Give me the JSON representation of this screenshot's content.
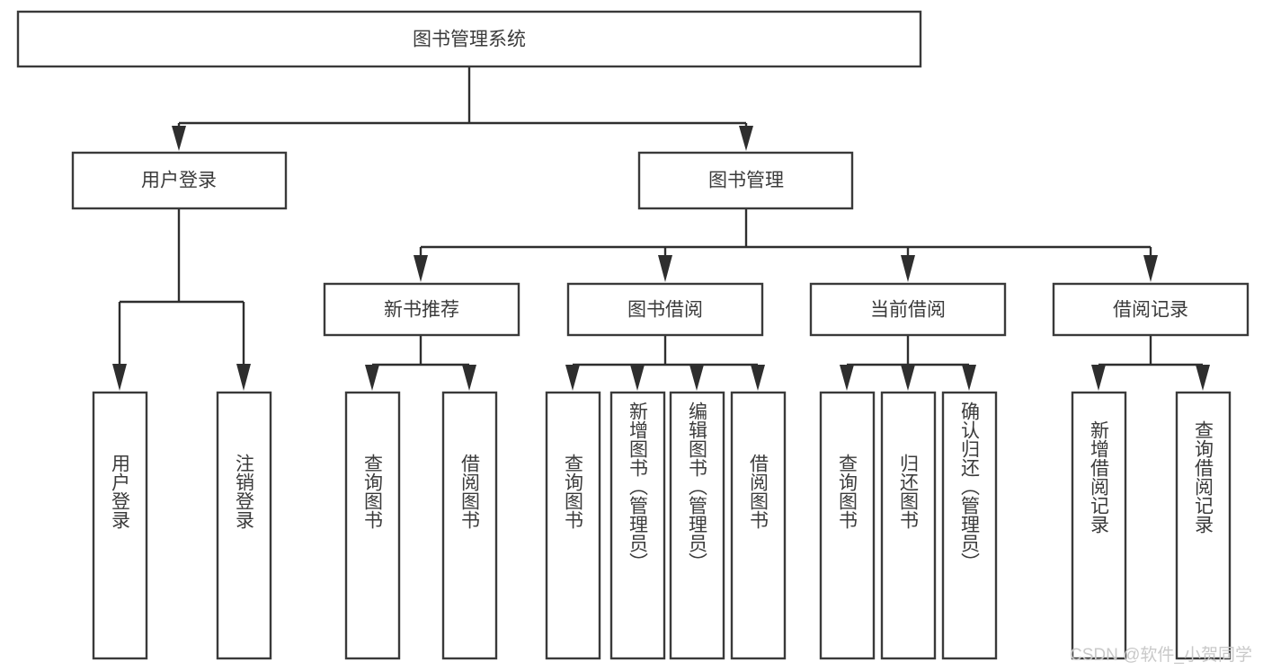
{
  "diagram": {
    "type": "tree-hierarchy",
    "title": "图书管理系统",
    "root": {
      "id": "root",
      "label": "图书管理系统"
    },
    "level2": [
      {
        "id": "user-login",
        "label": "用户登录"
      },
      {
        "id": "book-manage",
        "label": "图书管理"
      }
    ],
    "level3": [
      {
        "id": "new-book-recommend",
        "label": "新书推荐",
        "parent": "book-manage"
      },
      {
        "id": "book-borrow",
        "label": "图书借阅",
        "parent": "book-manage"
      },
      {
        "id": "current-borrow",
        "label": "当前借阅",
        "parent": "book-manage"
      },
      {
        "id": "borrow-record",
        "label": "借阅记录",
        "parent": "book-manage"
      }
    ],
    "leaves": {
      "user-login": [
        {
          "id": "leaf-user-login",
          "label": "用户登录"
        },
        {
          "id": "leaf-user-logout",
          "label": "注销登录"
        }
      ],
      "new-book-recommend": [
        {
          "id": "leaf-query-book-1",
          "label": "查询图书"
        },
        {
          "id": "leaf-borrow-book-1",
          "label": "借阅图书"
        }
      ],
      "book-borrow": [
        {
          "id": "leaf-query-book-2",
          "label": "查询图书"
        },
        {
          "id": "leaf-add-book",
          "label": "新增图书（管理员）"
        },
        {
          "id": "leaf-edit-book",
          "label": "编辑图书（管理员）"
        },
        {
          "id": "leaf-borrow-book-2",
          "label": "借阅图书"
        }
      ],
      "current-borrow": [
        {
          "id": "leaf-query-book-3",
          "label": "查询图书"
        },
        {
          "id": "leaf-return-book",
          "label": "归还图书"
        },
        {
          "id": "leaf-confirm-return",
          "label": "确认归还（管理员）"
        }
      ],
      "borrow-record": [
        {
          "id": "leaf-add-record",
          "label": "新增借阅记录"
        },
        {
          "id": "leaf-query-record",
          "label": "查询借阅记录"
        }
      ]
    }
  },
  "watermark": {
    "text": "CSDN @软件_小贺同学"
  },
  "colors": {
    "box_stroke": "#3a3a3a",
    "line": "#2e2e2e",
    "text": "#3b3b3b",
    "background": "#ffffff",
    "watermark": "#c9c9c9"
  }
}
